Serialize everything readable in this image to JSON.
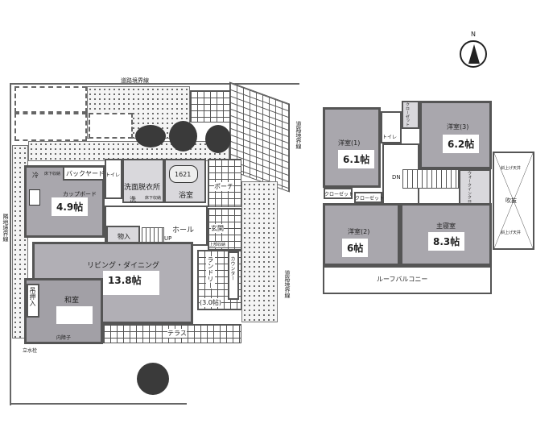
{
  "first_floor": {
    "boundary_top": "道路境界線",
    "boundary_right_top": "道路境界線",
    "boundary_right_bottom": "道路境界線",
    "boundary_left": "隣地境界線",
    "backyard": "バックヤード",
    "refrigerator": "冷",
    "underfloor_storage_1": "床下収納",
    "cupboard": "カップボード",
    "kitchen_size": "4.9帖",
    "toilet": "トイレ",
    "washroom": "洗面脱衣所",
    "washer": "洗",
    "underfloor_storage_2": "床下収納",
    "bath_model": "1621",
    "bath": "浴室",
    "porch": "ポーチ",
    "hall": "ホール",
    "storage": "物入",
    "stairs_up": "UP",
    "entrance": "玄関",
    "upper_storage": "上部収納",
    "living_dining": "リビング・ダイニング",
    "living_size": "13.8帖",
    "japanese_room": "和室",
    "closet": "吊押入",
    "shoji": "内障子",
    "faucet": "立水栓",
    "terrace": "テラス",
    "laundry": "ランドリー",
    "laundry_size": "(3.0帖)",
    "counter": "カウンター"
  },
  "second_floor": {
    "closet_top": "クローゼット",
    "toilet": "トイレ",
    "room1": "洋室(1)",
    "room1_size": "6.1帖",
    "room3": "洋室(3)",
    "room3_size": "6.2帖",
    "stairs_down": "DN",
    "closet_a": "クローゼット",
    "closet_b": "クローゼット",
    "walk_in_closet": "ウォークインクローゼット",
    "room2": "洋室(2)",
    "room2_size": "6帖",
    "master": "主寝室",
    "master_size": "8.3帖",
    "balcony": "ルーフバルコニー",
    "atrium": "吹抜",
    "ceiling_top": "斜上げ天井",
    "ceiling_bottom": "斜上げ天井"
  },
  "compass": {
    "label": "N"
  }
}
